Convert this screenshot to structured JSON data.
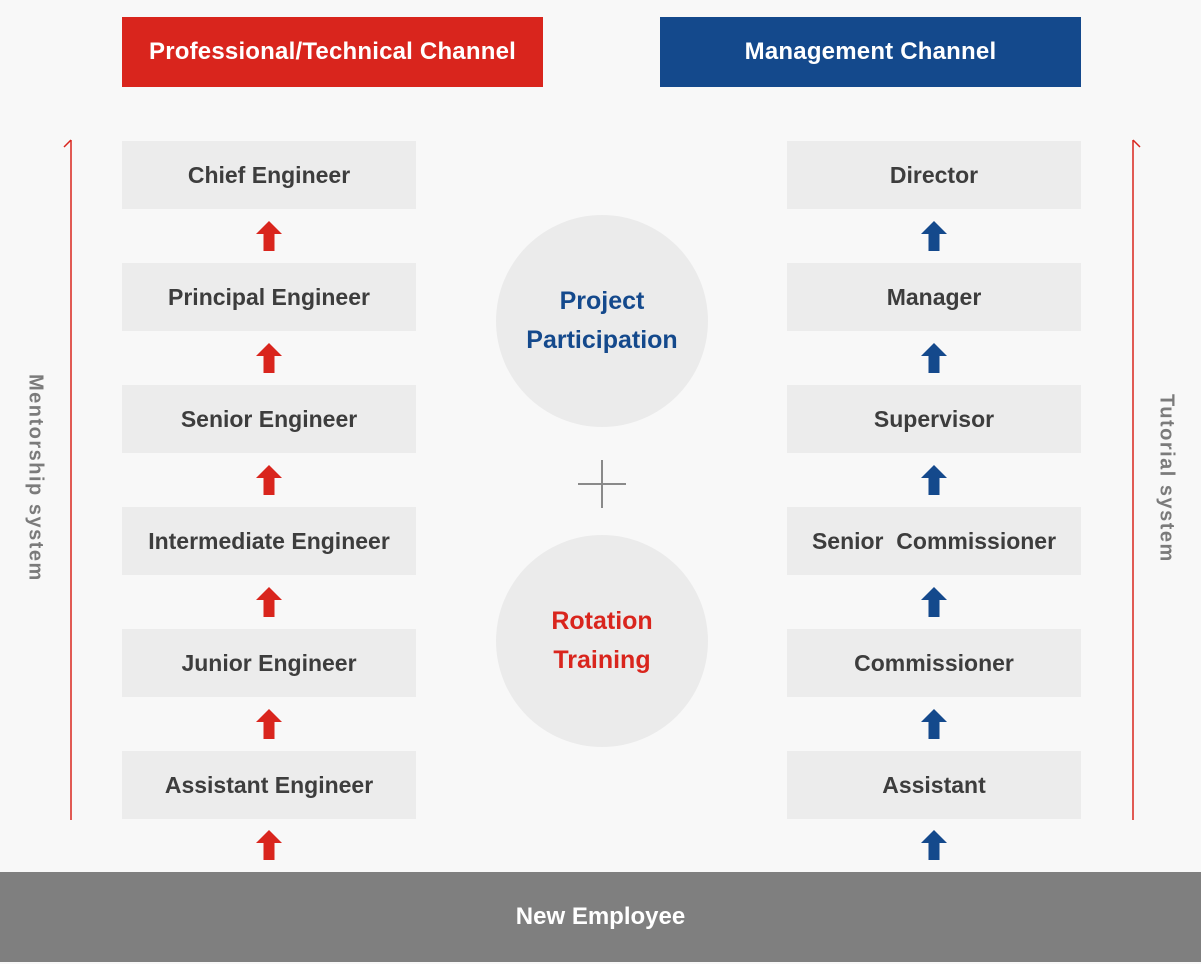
{
  "colors": {
    "red": "#D9251D",
    "blue": "#14498C",
    "box_bg": "#ECECEC",
    "circle_bg": "#EBEBEB",
    "box_text": "#3D3D3D",
    "side_text": "#7B7B7B",
    "base_bar_bg": "#7F7F7F",
    "base_bar_text": "#FFFFFF",
    "header_text": "#FFFFFF",
    "background": "#F8F8F8",
    "plus": "#8A8A8A"
  },
  "channels": {
    "professional": {
      "title": "Professional/Technical Channel",
      "levels": [
        "Chief Engineer",
        "Principal Engineer",
        "Senior Engineer",
        "Intermediate Engineer",
        "Junior Engineer",
        "Assistant Engineer"
      ]
    },
    "management": {
      "title": "Management Channel",
      "levels": [
        "Director",
        "Manager",
        "Supervisor",
        "Senior  Commissioner",
        "Commissioner",
        "Assistant"
      ]
    }
  },
  "center": {
    "top_circle": {
      "line1": "Project",
      "line2": "Participation"
    },
    "plus_symbol": "+",
    "bottom_circle": {
      "line1": "Rotation",
      "line2": "Training"
    }
  },
  "sides": {
    "left_label": "Mentorship system",
    "right_label": "Tutorial system"
  },
  "base": {
    "label": "New Employee"
  }
}
